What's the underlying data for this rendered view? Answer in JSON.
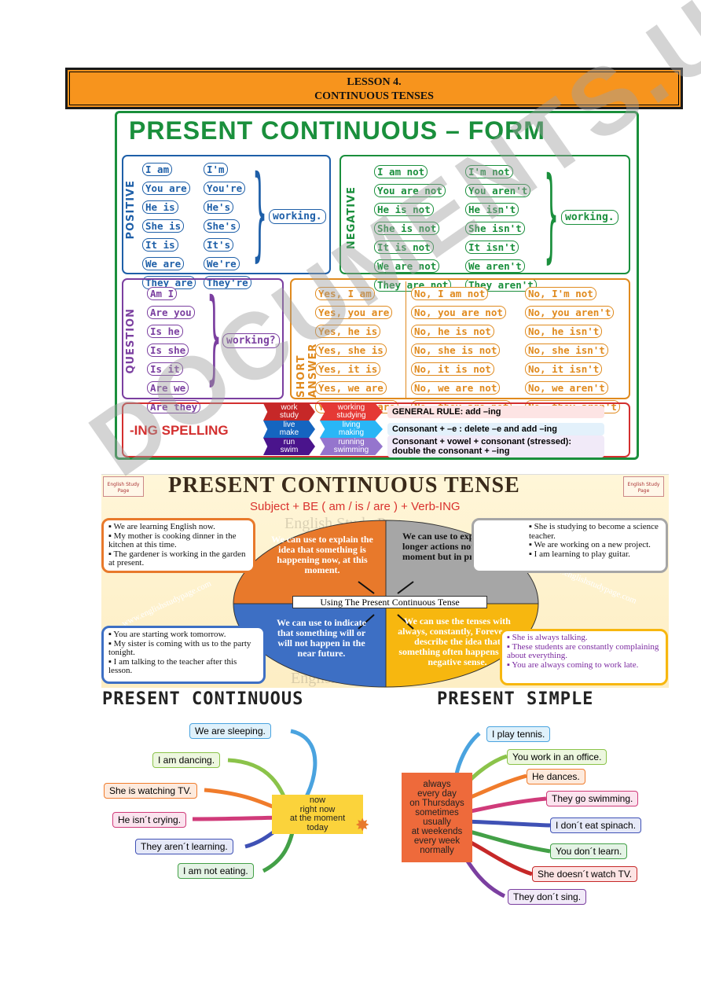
{
  "banner": {
    "line1": "LESSON 4.",
    "line2": "CONTINUOUS TENSES"
  },
  "form": {
    "title": "PRESENT CONTINUOUS – FORM",
    "positive": {
      "label": "POSITIVE",
      "full": [
        "I am",
        "You are",
        "He is",
        "She is",
        "It is",
        "We are",
        "They are"
      ],
      "short": [
        "I'm",
        "You're",
        "He's",
        "She's",
        "It's",
        "We're",
        "They're"
      ],
      "verb": "working."
    },
    "negative": {
      "label": "NEGATIVE",
      "full": [
        "I am not",
        "You are not",
        "He is not",
        "She is not",
        "It is not",
        "We are not",
        "They are not"
      ],
      "short": [
        "I'm not",
        "You aren't",
        "He isn't",
        "She isn't",
        "It isn't",
        "We aren't",
        "They aren't"
      ],
      "verb": "working."
    },
    "question": {
      "label": "QUESTION",
      "items": [
        "Am I",
        "Are you",
        "Is he",
        "Is she",
        "Is it",
        "Are we",
        "Are they"
      ],
      "verb": "working?"
    },
    "short_answer": {
      "label": "SHORT ANSWER",
      "yes": [
        "Yes, I am",
        "Yes, you are",
        "Yes, he is",
        "Yes, she is",
        "Yes, it is",
        "Yes, we are",
        "Yes, they are"
      ],
      "no_full": [
        "No, I am not",
        "No, you are not",
        "No, he is not",
        "No, she is not",
        "No, it is not",
        "No, we are not",
        "No, they are not"
      ],
      "no_short": [
        "No, I'm not",
        "No, you aren't",
        "No, he isn't",
        "No, she isn't",
        "No, it isn't",
        "No, we aren't",
        "No, they aren't"
      ]
    },
    "spelling": {
      "title": "-ING SPELLING",
      "rows": [
        {
          "base1": "work",
          "base2": "study",
          "ing1": "working",
          "ing2": "studying",
          "rule": "GENERAL RULE: add –ing",
          "c1": "#c62828",
          "c2": "#e53935",
          "bg": "#fde4e4"
        },
        {
          "base1": "live",
          "base2": "make",
          "ing1": "living",
          "ing2": "making",
          "rule": "Consonant + –e : delete –e and add –ing",
          "c1": "#1565c0",
          "c2": "#29b6f6",
          "bg": "#e3f1fb"
        },
        {
          "base1": "run",
          "base2": "swim",
          "ing1": "running",
          "ing2": "swimming",
          "rule": "Consonant + vowel + consonant (stressed): double the consonant + –ing",
          "c1": "#4a148c",
          "c2": "#9575cd",
          "bg": "#f1eaf8"
        }
      ]
    }
  },
  "tense": {
    "title": "PRESENT CONTINUOUS TENSE",
    "formula": "Subject + BE ( am / is / are ) + Verb-ING",
    "logo": "English Study Page",
    "watermark": "English Study Page",
    "url": "www.englishstudypage.com",
    "center": "Using The Present Continuous Tense",
    "q1": "We can use to explain the idea that something is happening now, at this moment.",
    "q2": "We can use to expresses longer actions not at this moment but in progress .",
    "q3": "We can use to indicate that something will or will not happen in the near future.",
    "q4": "We can use the tenses with always, constantly, Forever to describe the idea that something often happens in a negative sense.",
    "ex1": [
      "We are learning English now.",
      "My mother is cooking dinner in the kitchen at this time.",
      "The gardener is working in the garden at present."
    ],
    "ex2": [
      "She is studying to become a science teacher.",
      "We are working on a new project.",
      "I am learning to play guitar."
    ],
    "ex3": [
      "You are starting work tomorrow.",
      "My sister is coming with us to the party tonight.",
      "I am talking to the teacher after this lesson."
    ],
    "ex4": [
      "She is always talking.",
      "These students are constantly complaining about everything.",
      "You are always coming to work late."
    ]
  },
  "mindmap": {
    "left_title": "PRESENT CONTINUOUS",
    "right_title": "PRESENT SIMPLE",
    "left_center": [
      "now",
      "right now",
      "at the moment",
      "today"
    ],
    "left_items": [
      "We are sleeping.",
      "I am dancing.",
      "She is watching TV.",
      "He isn´t crying.",
      "They aren´t learning.",
      "I am not eating."
    ],
    "right_center": [
      "always",
      "every day",
      "on Thursdays",
      "sometimes",
      "usually",
      "at weekends",
      "every week",
      "normally"
    ],
    "right_items": [
      "I play tennis.",
      "You work in an office.",
      "He dances.",
      "They go swimming.",
      "I don´t eat spinach.",
      "You don´t learn.",
      "She doesn´t watch TV.",
      "They don´t sing."
    ]
  },
  "doc_watermark": "DOCUMENTS.UZ"
}
